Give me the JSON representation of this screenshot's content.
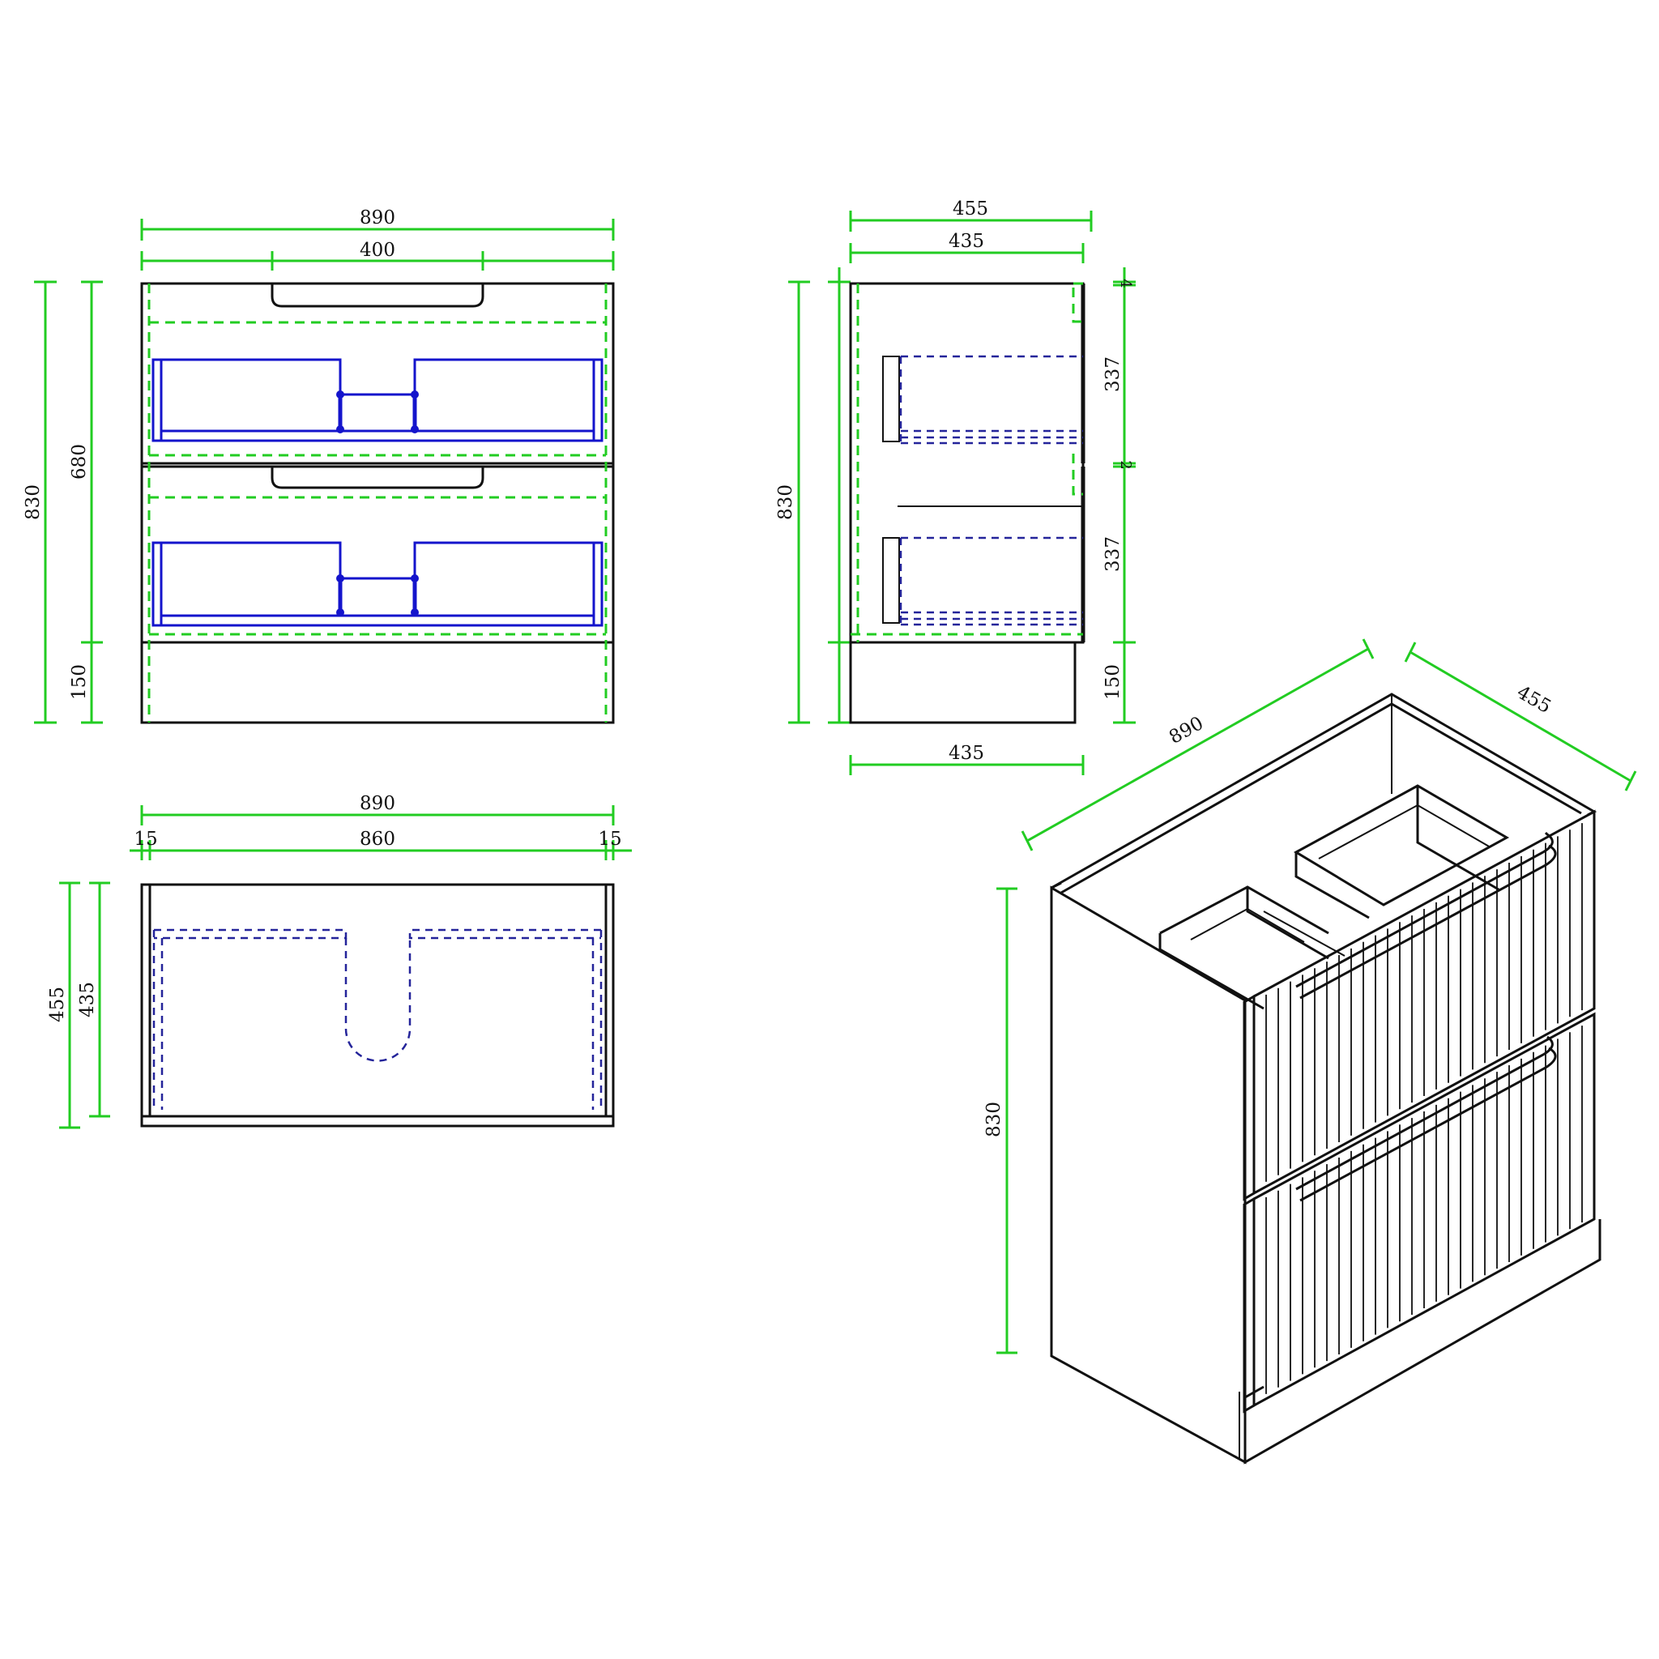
{
  "front_view": {
    "width_overall": "890",
    "handle_width": "400",
    "height_overall": "830",
    "height_drawers": "680",
    "height_plinth": "150"
  },
  "side_view": {
    "depth_overall": "455",
    "depth_carcass": "435",
    "depth_bottom": "435",
    "height_overall": "830",
    "gap_top": "4",
    "drawer_upper": "337",
    "gap_middle": "2",
    "drawer_lower": "337",
    "height_plinth": "150"
  },
  "top_view": {
    "width_overall": "890",
    "side_left": "15",
    "width_inner": "860",
    "side_right": "15",
    "depth_overall": "455",
    "depth_inner": "435"
  },
  "iso_view": {
    "width": "890",
    "depth": "455",
    "height": "830"
  },
  "colors": {
    "dimension": "#22cc22",
    "outline": "#111111",
    "drawer_box": "#1414cc"
  }
}
